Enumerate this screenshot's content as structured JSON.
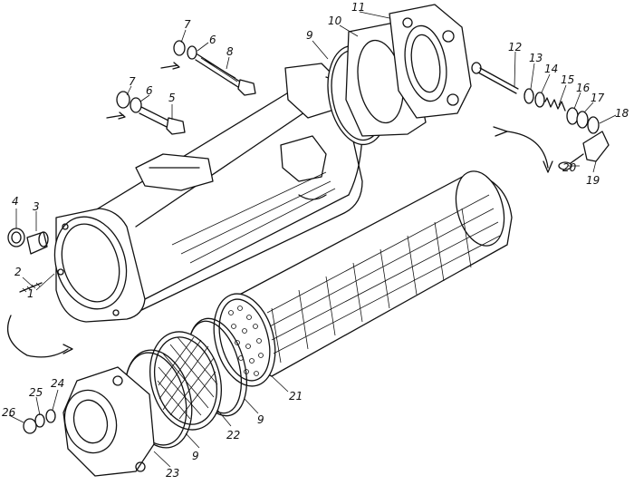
{
  "figure": {
    "callouts": [
      {
        "id": "c1",
        "text": "1"
      },
      {
        "id": "c2",
        "text": "2"
      },
      {
        "id": "c3",
        "text": "3"
      },
      {
        "id": "c4",
        "text": "4"
      },
      {
        "id": "c5",
        "text": "5"
      },
      {
        "id": "c6a",
        "text": "6"
      },
      {
        "id": "c6b",
        "text": "6"
      },
      {
        "id": "c7a",
        "text": "7"
      },
      {
        "id": "c7b",
        "text": "7"
      },
      {
        "id": "c8",
        "text": "8"
      },
      {
        "id": "c9a",
        "text": "9"
      },
      {
        "id": "c9b",
        "text": "9"
      },
      {
        "id": "c9c",
        "text": "9"
      },
      {
        "id": "c10",
        "text": "10"
      },
      {
        "id": "c11",
        "text": "11"
      },
      {
        "id": "c12",
        "text": "12"
      },
      {
        "id": "c13",
        "text": "13"
      },
      {
        "id": "c14",
        "text": "14"
      },
      {
        "id": "c15",
        "text": "15"
      },
      {
        "id": "c16",
        "text": "16"
      },
      {
        "id": "c17",
        "text": "17"
      },
      {
        "id": "c18",
        "text": "18"
      },
      {
        "id": "c19",
        "text": "19"
      },
      {
        "id": "c20",
        "text": "20"
      },
      {
        "id": "c21",
        "text": "21"
      },
      {
        "id": "c22",
        "text": "22"
      },
      {
        "id": "c23",
        "text": "23"
      },
      {
        "id": "c24",
        "text": "24"
      },
      {
        "id": "c25",
        "text": "25"
      },
      {
        "id": "c26",
        "text": "26"
      }
    ]
  }
}
